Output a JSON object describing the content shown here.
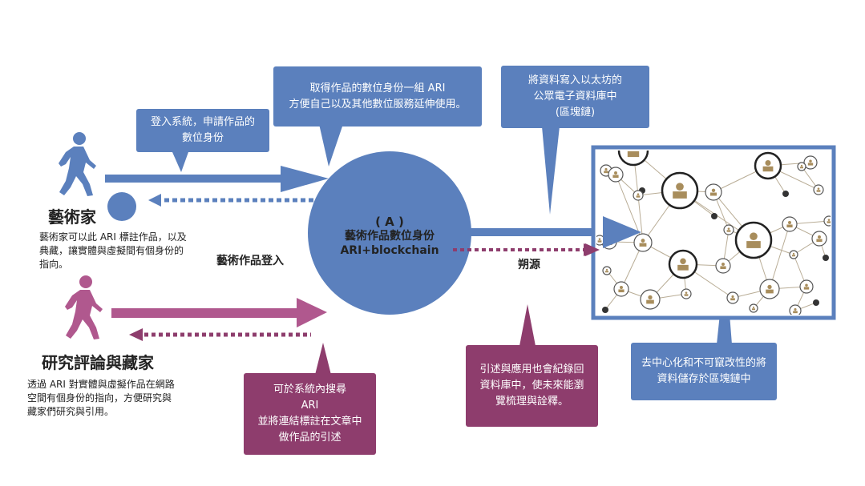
{
  "colors": {
    "blue": "#5b80bd",
    "purple": "#8e3d6d",
    "pink": "#b0588e",
    "network_node": "#a88d5c"
  },
  "center": {
    "line1": "( A )",
    "line2": "藝術作品數位身份",
    "line3": "ARI+blockchain"
  },
  "artist": {
    "title": "藝術家",
    "description": [
      "藝術家可以此 ARI 標註作品，以及",
      "典藏，讓實體與虛擬間有個身份的",
      "指向。"
    ]
  },
  "researcher": {
    "title": "研究評論與藏家",
    "description": [
      "透過 ARI 對實體與虛擬作品在網路",
      "空間有個身份的指向，方便研究與",
      "藏家們研究與引用。"
    ]
  },
  "labels": {
    "artwork_login": "藝術作品登入",
    "provenance": "朔源"
  },
  "callouts": {
    "login": [
      "登入系統，申請作品的",
      "數位身份"
    ],
    "obtain_ari": [
      "取得作品的數位身份一組 ARI",
      "方便自己以及其他數位服務延伸使用。"
    ],
    "write_eth": [
      "將資料寫入以太坊的",
      "公眾電子資料庫中",
      "(區塊鏈)"
    ],
    "search": [
      "可於系統內搜尋",
      "ARI",
      "並將連結標註在文章中",
      "做作品的引述"
    ],
    "record_back": [
      "引述與應用也會紀錄回",
      "資料庫中，使未來能瀏",
      "覽梳理與詮釋。"
    ],
    "decentralize": [
      "去中心化和不可竄改性的將",
      "資料儲存於區塊鏈中"
    ]
  },
  "icons": {
    "artist": "walking-person-icon",
    "researcher": "walking-person-icon",
    "network": "people-network-icon"
  }
}
